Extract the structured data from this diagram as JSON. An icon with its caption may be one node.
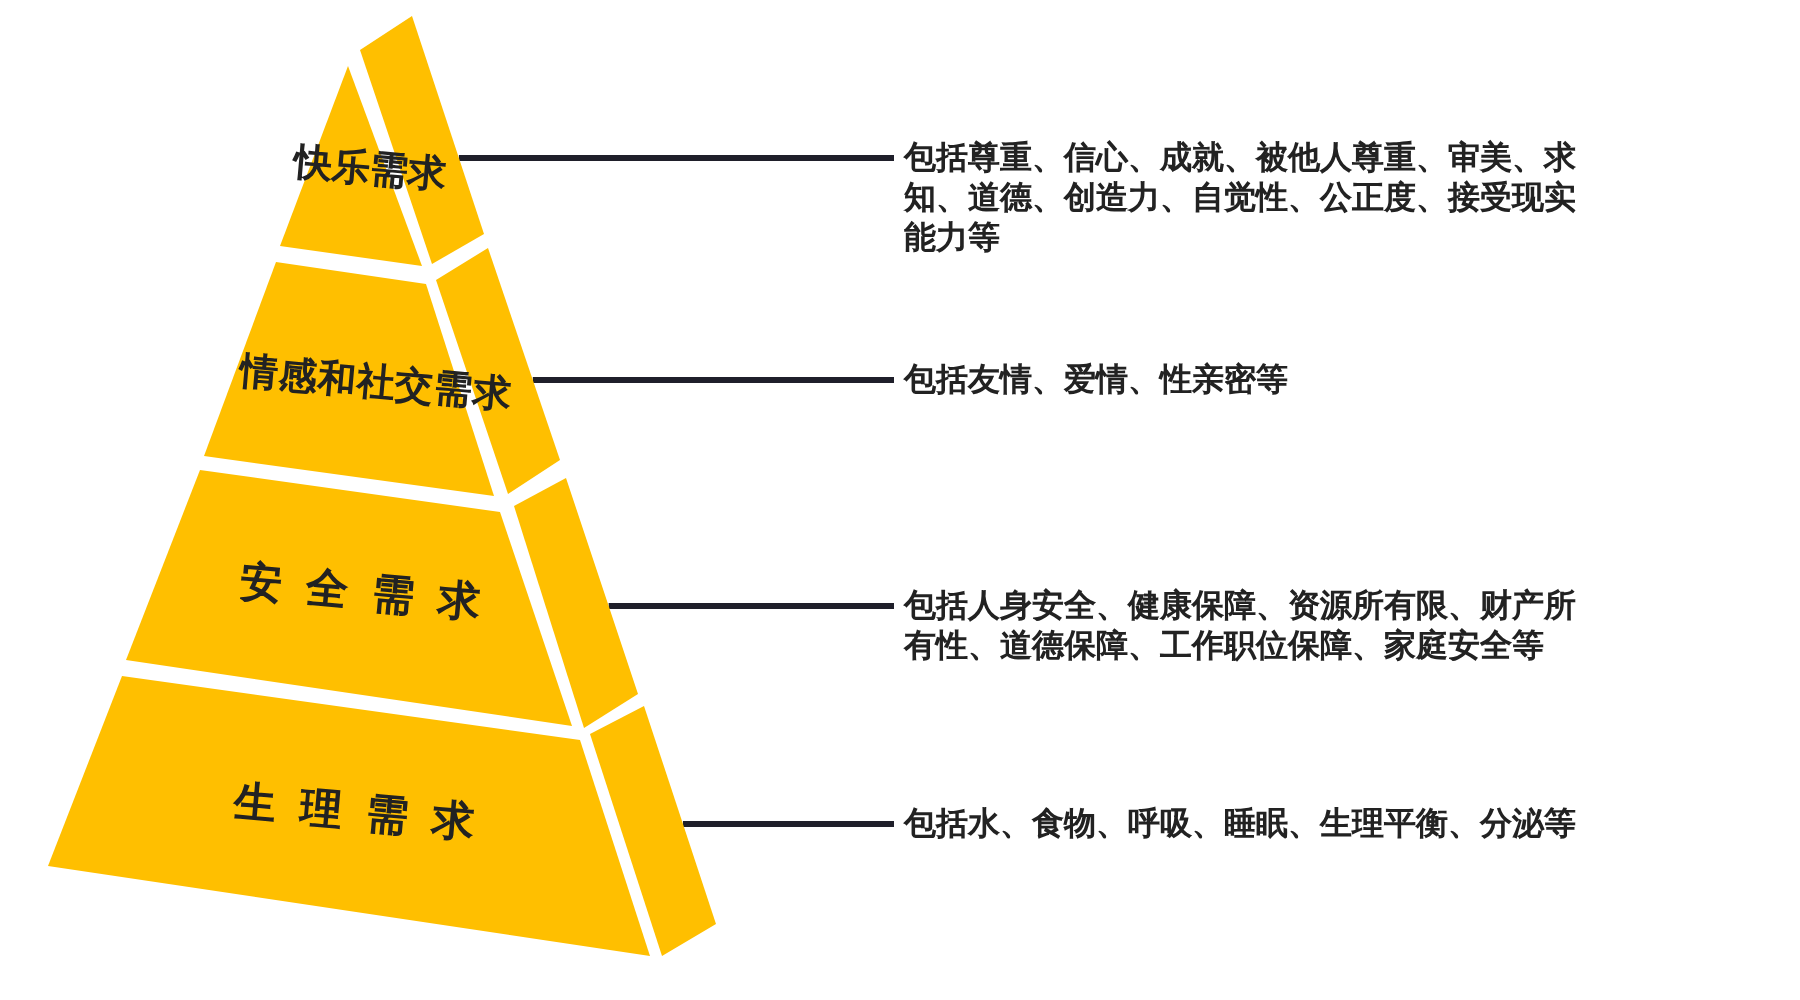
{
  "diagram": {
    "nodes": [
      {
        "text": [
          "快乐需求"
        ]
      },
      {
        "text": [
          "包括尊重、信心、成就、被他人尊重、审美、求知、道德、创造力、自觉性、公正度、接受现实能力等"
        ]
      },
      {
        "text": [
          "情感和社交需求"
        ]
      },
      {
        "text": [
          "包括友情、爱情、性亲密等"
        ]
      },
      {
        "text": [
          "安全需求"
        ]
      },
      {
        "text": [
          "包括人身安全、健康保障、资源所有限、财产所有性、道德保障、工作职位保障、家庭安全等"
        ]
      },
      {
        "text": [
          "生理需求"
        ]
      },
      {
        "text": [
          "包括水、食物、呼吸、睡眠、生理平衡、分泌等"
        ]
      }
    ],
    "edges": [
      {
        "from": 1,
        "to": 0,
        "arrow": "none"
      },
      {
        "from": 3,
        "to": 2,
        "arrow": "none"
      },
      {
        "from": 5,
        "to": 4,
        "arrow": "none"
      },
      {
        "from": 7,
        "to": 6,
        "arrow": "none"
      }
    ]
  }
}
